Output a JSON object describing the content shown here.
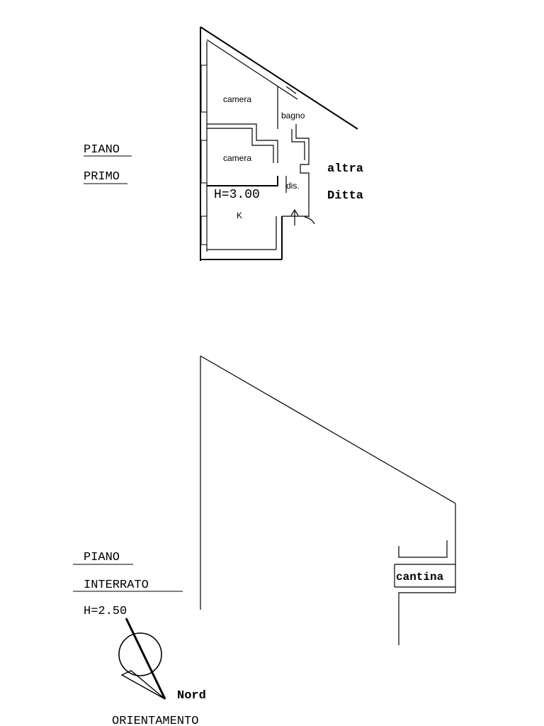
{
  "upper_floor": {
    "title_line1": "PIANO",
    "title_line2": "PRIMO",
    "rooms": {
      "camera_top": "camera",
      "bagno": "bagno",
      "camera_mid": "camera",
      "dis": "dis.",
      "kitchen": "K"
    },
    "height": "H=3.00",
    "neighbor_line1": "altra",
    "neighbor_line2": "Ditta"
  },
  "lower_floor": {
    "title_line1": "PIANO",
    "title_line2": "INTERRATO",
    "height": "H=2.50",
    "room": "cantina"
  },
  "orientation": {
    "north_label": "Nord",
    "caption": "ORIENTAMENTO"
  }
}
